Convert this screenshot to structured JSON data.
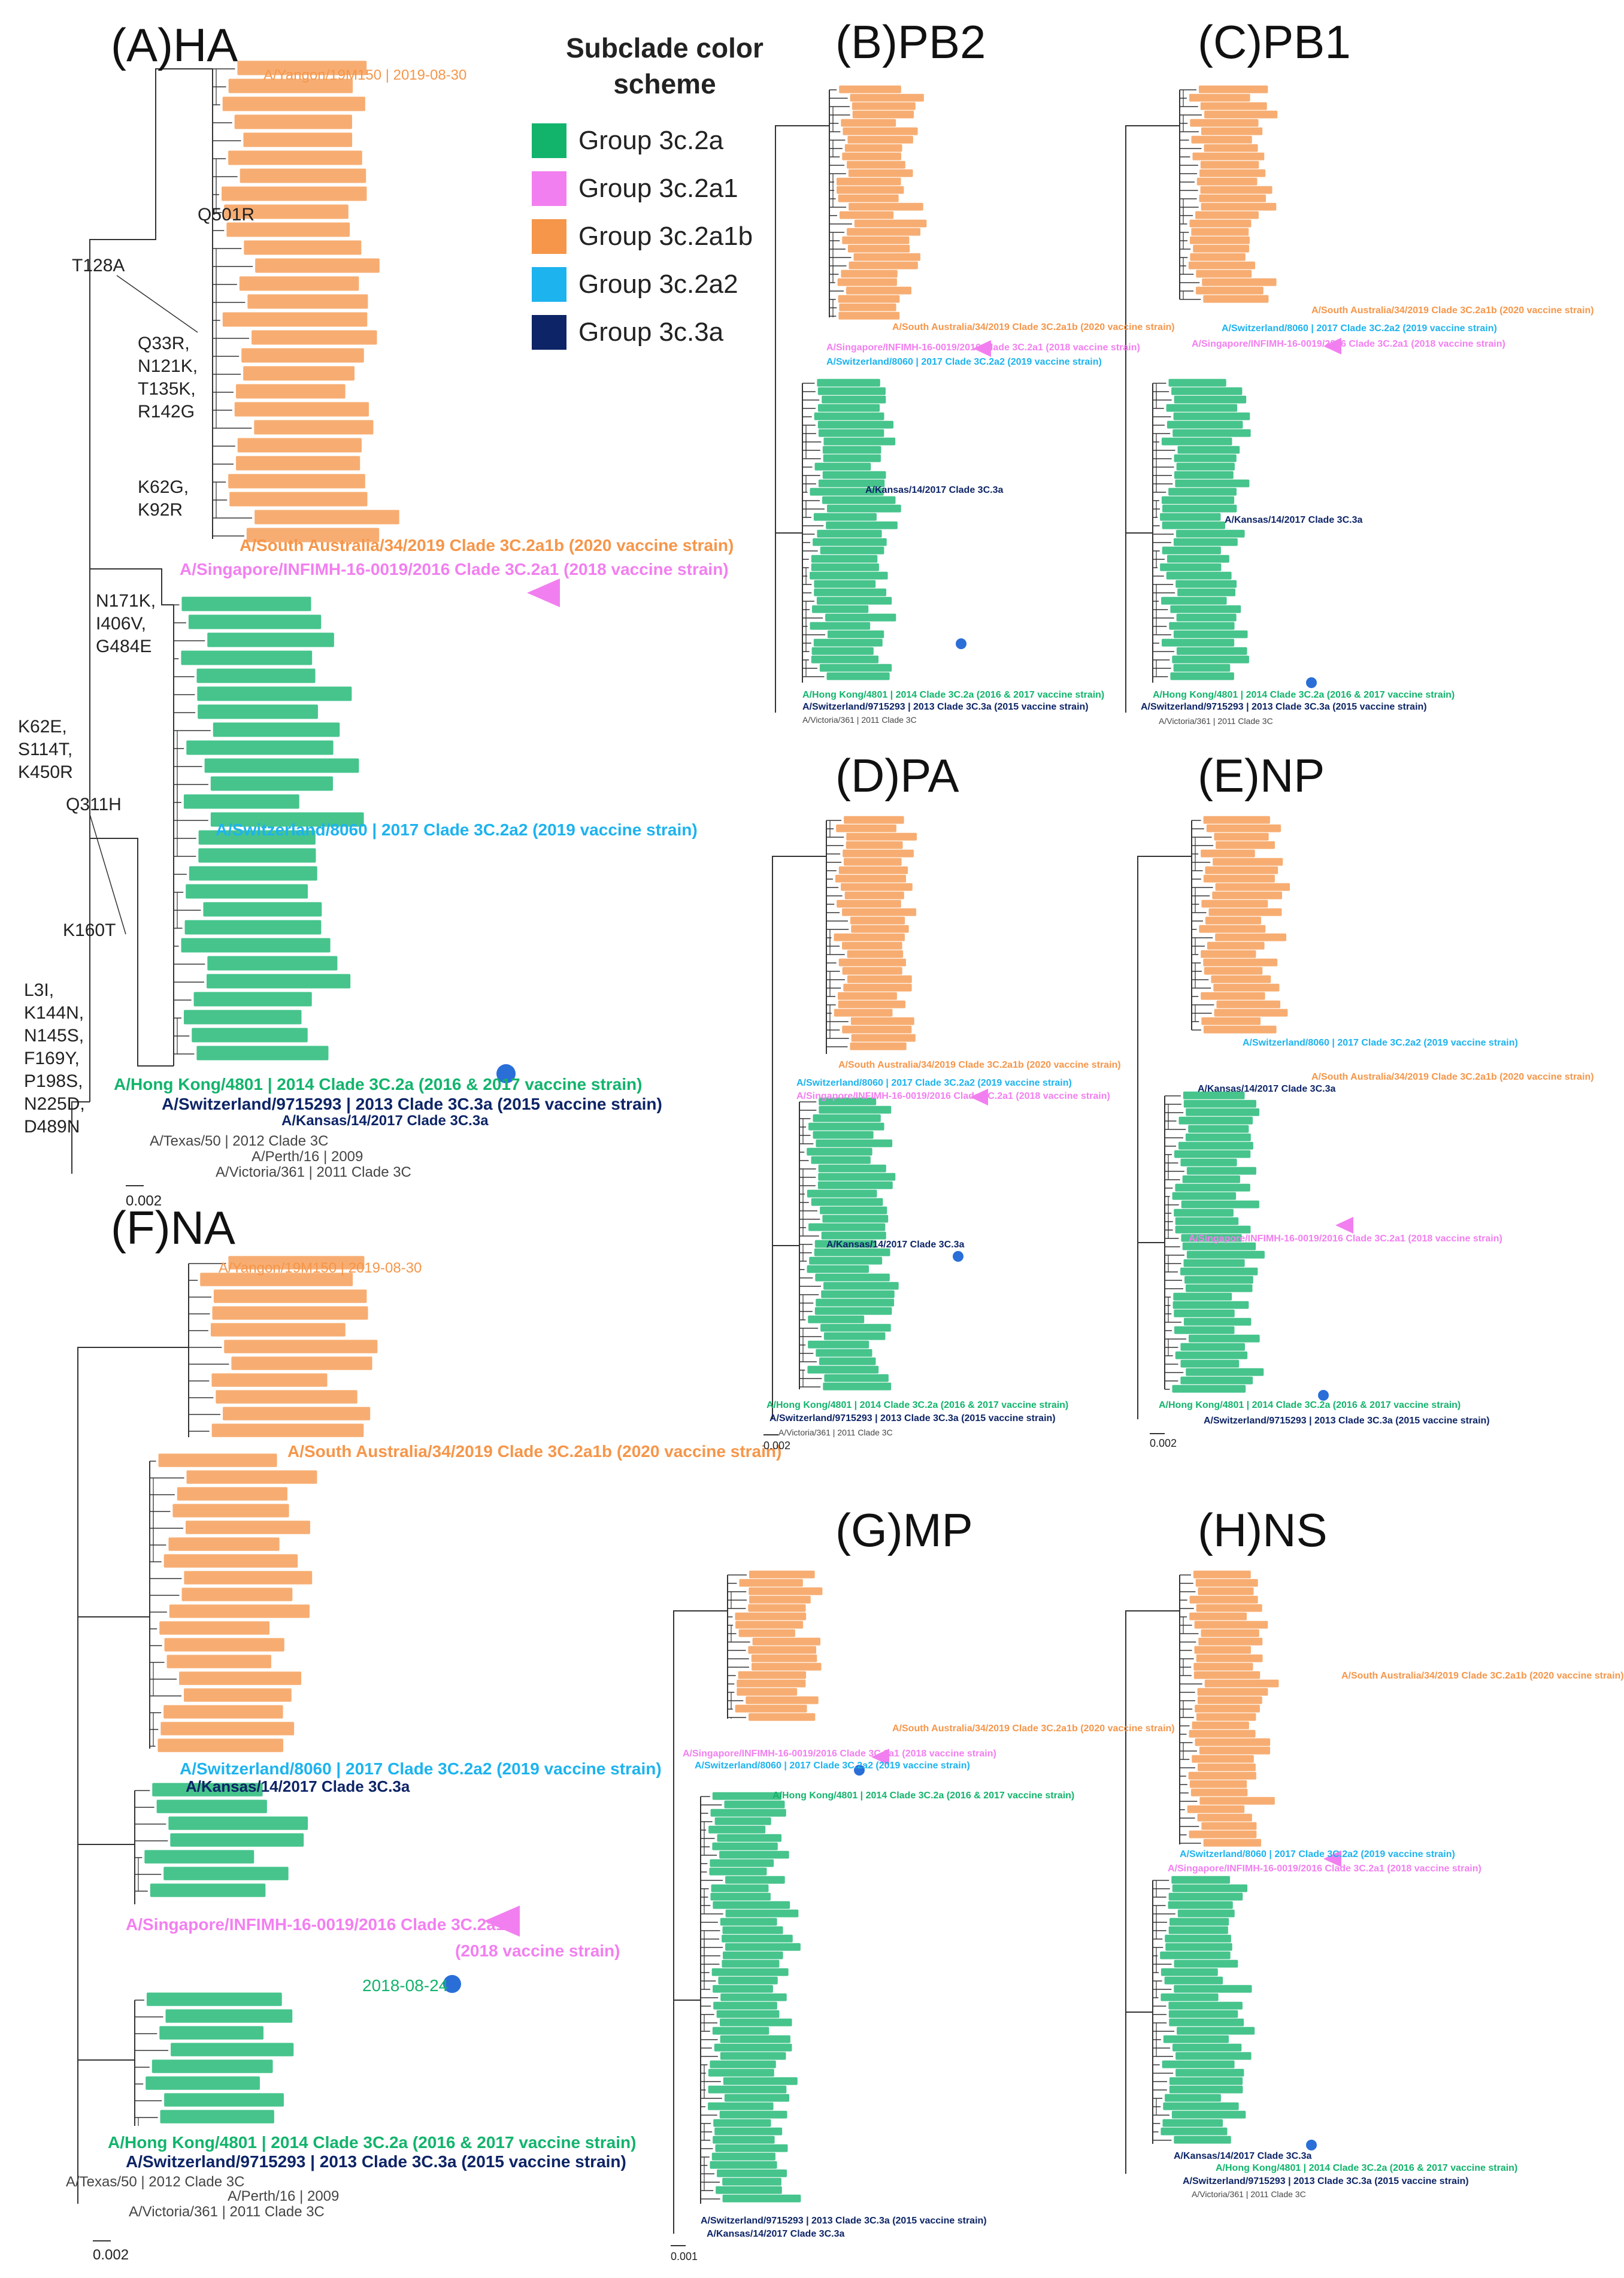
{
  "colors": {
    "group_3c2a": "#12b46c",
    "group_3c2a1": "#f27ff0",
    "group_3c2a1b": "#f5964a",
    "group_3c2a2": "#1db3ee",
    "group_3c3a": "#0d2466",
    "tree": "#333333"
  },
  "panels": {
    "ha": "(A)HA",
    "pb2": "(B)PB2",
    "pb1": "(C)PB1",
    "pa": "(D)PA",
    "np": "(E)NP",
    "na": "(F)NA",
    "mp": "(G)MP",
    "ns": "(H)NS"
  },
  "legend": {
    "title": "Subclade color scheme",
    "items": [
      {
        "label": "Group 3c.2a"
      },
      {
        "label": "Group 3c.2a1"
      },
      {
        "label": "Group 3c.2a1b"
      },
      {
        "label": "Group 3c.2a2"
      },
      {
        "label": "Group 3c.3a"
      }
    ]
  },
  "ha": {
    "mutations": {
      "q501r": "Q501R",
      "t128a": "T128A",
      "m4": "Q33R,\nN121K,\nT135K,\nR142G",
      "m5": "K62G,\nK92R",
      "m6": "N171K,\nI406V,\nG484E",
      "m7": "K62E,\nS114T,\nK450R",
      "q311h": "Q311H",
      "k160t": "K160T",
      "m10": "L3I,\nK144N,\nN145S,\nF169Y,\nP198S,\nN225D,\nD489N"
    },
    "vaccines": {
      "v2020": "A/South Australia/34/2019 Clade 3C.2a1b (2020 vaccine strain)",
      "v2018": "A/Singapore/INFIMH-16-0019/2016 Clade 3C.2a1 (2018 vaccine strain)",
      "v2019": "A/Switzerland/8060 | 2017 Clade 3C.2a2 (2019 vaccine strain)",
      "v2016": "A/Hong Kong/4801 | 2014 Clade 3C.2a (2016 & 2017 vaccine strain)",
      "v2015": "A/Switzerland/9715293 | 2013 Clade 3C.3a (2015 vaccine strain)",
      "kansas": "A/Kansas/14/2017 Clade 3C.3a"
    },
    "refs": {
      "texas": "A/Texas/50 | 2012 Clade 3C",
      "perth": "A/Perth/16 | 2009",
      "victoria": "A/Victoria/361 | 2011 Clade 3C"
    },
    "top_tip": "A/Yangon/19M150 | 2019-08-30",
    "scale": "0.002"
  },
  "na": {
    "vaccines": {
      "v2020": "A/South Australia/34/2019 Clade 3C.2a1b (2020 vaccine strain)",
      "v2019": "A/Switzerland/8060 | 2017 Clade 3C.2a2 (2019 vaccine strain)",
      "kansas": "A/Kansas/14/2017 Clade 3C.3a",
      "v2018a": "A/Singapore/INFIMH-16-0019/2016 Clade 3C.2a1",
      "v2018b": "(2018 vaccine strain)",
      "dot_tip": "2018-08-24",
      "v2016": "A/Hong Kong/4801 | 2014 Clade 3C.2a (2016 & 2017 vaccine strain)",
      "v2015": "A/Switzerland/9715293 | 2013 Clade 3C.3a (2015 vaccine strain)"
    },
    "refs": {
      "texas": "A/Texas/50 | 2012 Clade 3C",
      "perth": "A/Perth/16 | 2009",
      "victoria": "A/Victoria/361 | 2011 Clade 3C"
    },
    "top_tip": "A/Yangon/19M150 | 2019-08-30",
    "scale": "0.002"
  },
  "pb2": {
    "v2020": "A/South Australia/34/2019 Clade 3C.2a1b (2020 vaccine strain)",
    "v2018": "A/Singapore/INFIMH-16-0019/2016 Clade 3C.2a1 (2018 vaccine strain)",
    "v2019": "A/Switzerland/8060 | 2017 Clade 3C.2a2 (2019 vaccine strain)",
    "kansas": "A/Kansas/14/2017 Clade 3C.3a",
    "v2016": "A/Hong Kong/4801 | 2014 Clade 3C.2a (2016 & 2017 vaccine strain)",
    "v2015": "A/Switzerland/9715293 | 2013 Clade 3C.3a (2015 vaccine strain)",
    "victoria": "A/Victoria/361 | 2011 Clade 3C"
  },
  "pb1": {
    "v2020": "A/South Australia/34/2019 Clade 3C.2a1b (2020 vaccine strain)",
    "v2019": "A/Switzerland/8060 | 2017 Clade 3C.2a2 (2019 vaccine strain)",
    "v2018": "A/Singapore/INFIMH-16-0019/2016 Clade 3C.2a1 (2018 vaccine strain)",
    "kansas": "A/Kansas/14/2017 Clade 3C.3a",
    "v2016": "A/Hong Kong/4801 | 2014 Clade 3C.2a (2016 & 2017 vaccine strain)",
    "v2015": "A/Switzerland/9715293 | 2013 Clade 3C.3a (2015 vaccine strain)",
    "victoria": "A/Victoria/361 | 2011 Clade 3C"
  },
  "pa": {
    "v2020": "A/South Australia/34/2019 Clade 3C.2a1b (2020 vaccine strain)",
    "v2019": "A/Switzerland/8060 | 2017 Clade 3C.2a2 (2019 vaccine strain)",
    "v2018": "A/Singapore/INFIMH-16-0019/2016 Clade 3C.2a1 (2018 vaccine strain)",
    "kansas": "A/Kansas/14/2017 Clade 3C.3a",
    "v2016": "A/Hong Kong/4801 | 2014 Clade 3C.2a (2016 & 2017 vaccine strain)",
    "v2015": "A/Switzerland/9715293 | 2013 Clade 3C.3a (2015 vaccine strain)",
    "victoria": "A/Victoria/361 | 2011 Clade 3C",
    "scale": "0.002"
  },
  "np": {
    "v2019": "A/Switzerland/8060 | 2017 Clade 3C.2a2 (2019 vaccine strain)",
    "v2020": "A/South Australia/34/2019 Clade 3C.2a1b (2020 vaccine strain)",
    "kansas": "A/Kansas/14/2017 Clade 3C.3a",
    "v2018": "A/Singapore/INFIMH-16-0019/2016 Clade 3C.2a1 (2018 vaccine strain)",
    "v2016": "A/Hong Kong/4801 | 2014 Clade 3C.2a (2016 & 2017 vaccine strain)",
    "v2015": "A/Switzerland/9715293 | 2013 Clade 3C.3a (2015 vaccine strain)",
    "scale": "0.002"
  },
  "mp": {
    "v2020": "A/South Australia/34/2019 Clade 3C.2a1b (2020 vaccine strain)",
    "v2018": "A/Singapore/INFIMH-16-0019/2016 Clade 3C.2a1 (2018 vaccine strain)",
    "v2019": "A/Switzerland/8060 | 2017 Clade 3C.2a2 (2019 vaccine strain)",
    "v2016": "A/Hong Kong/4801 | 2014 Clade 3C.2a (2016 & 2017 vaccine strain)",
    "v2015": "A/Switzerland/9715293 | 2013 Clade 3C.3a (2015 vaccine strain)",
    "kansas": "A/Kansas/14/2017 Clade 3C.3a",
    "scale": "0.001"
  },
  "ns": {
    "v2020": "A/South Australia/34/2019 Clade 3C.2a1b (2020 vaccine strain)",
    "v2019": "A/Switzerland/8060 | 2017 Clade 3C.2a2 (2019 vaccine strain)",
    "v2018": "A/Singapore/INFIMH-16-0019/2016 Clade 3C.2a1 (2018 vaccine strain)",
    "kansas": "A/Kansas/14/2017 Clade 3C.3a",
    "v2016": "A/Hong Kong/4801 | 2014 Clade 3C.2a (2016 & 2017 vaccine strain)",
    "v2015": "A/Switzerland/9715293 | 2013 Clade 3C.3a (2015 vaccine strain)",
    "victoria": "A/Victoria/361 | 2011 Clade 3C"
  }
}
